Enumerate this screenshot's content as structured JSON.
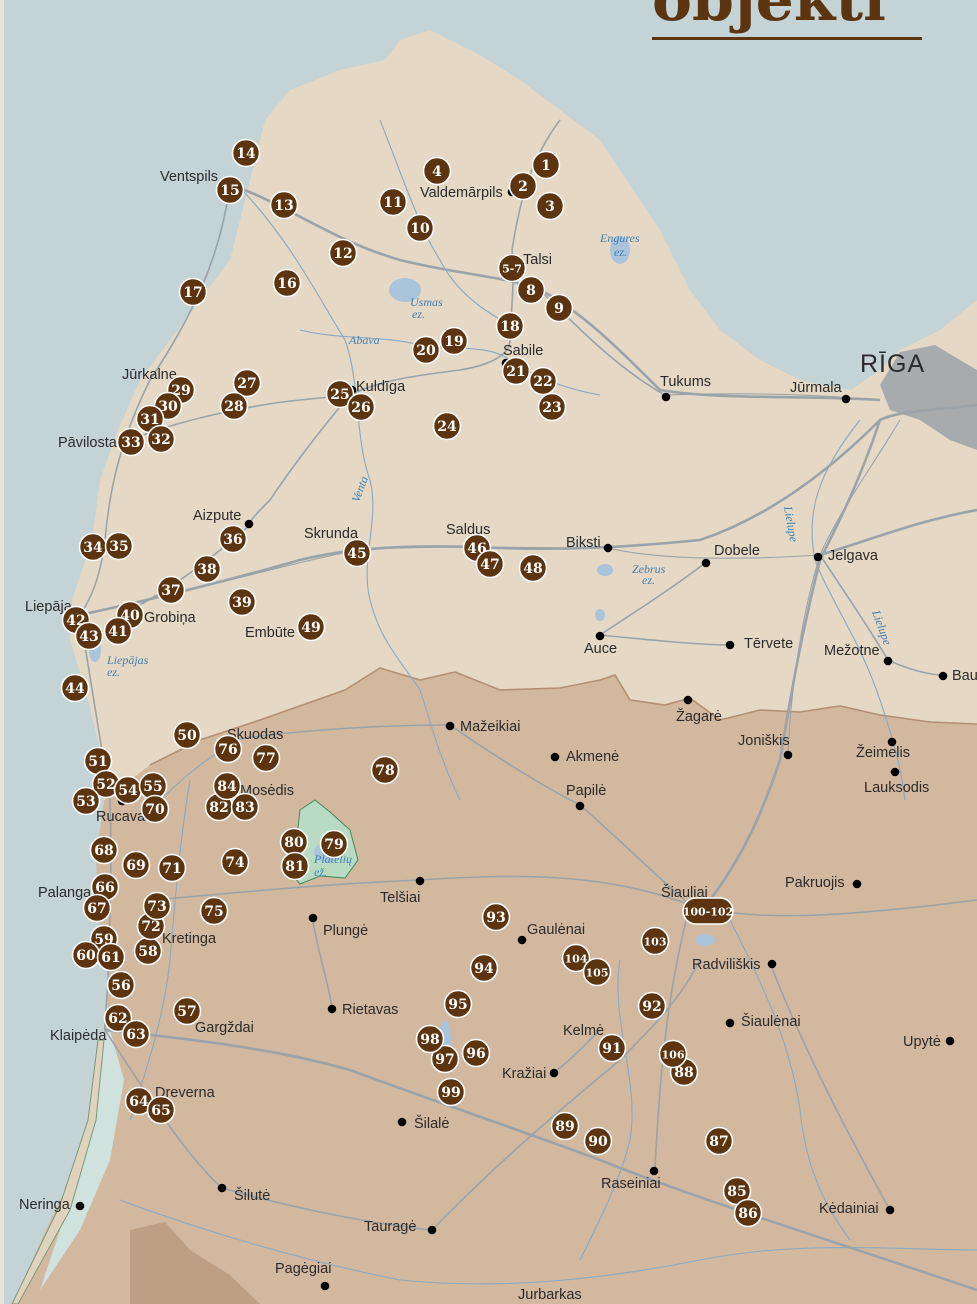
{
  "title": "objekti",
  "colors": {
    "marker": "#5c3410",
    "sea": "#c3d3d6",
    "latvia": "#e5d8c5",
    "lithuania": "#d2b89e",
    "roads": "#9aa3aa",
    "water": "#3f7fb3"
  },
  "cities": [
    {
      "name": "Ventspils"
    },
    {
      "name": "Valdemārpils"
    },
    {
      "name": "Talsi"
    },
    {
      "name": "Sabile"
    },
    {
      "name": "Kuldīga"
    },
    {
      "name": "Jūrkalne"
    },
    {
      "name": "Pāvilosta"
    },
    {
      "name": "Tukums"
    },
    {
      "name": "Jūrmala"
    },
    {
      "name": "Aizpute"
    },
    {
      "name": "Skrunda"
    },
    {
      "name": "Saldus"
    },
    {
      "name": "Biksti"
    },
    {
      "name": "Dobele"
    },
    {
      "name": "Jelgava"
    },
    {
      "name": "Liepāja"
    },
    {
      "name": "Grobiņa"
    },
    {
      "name": "Embūte"
    },
    {
      "name": "Auce"
    },
    {
      "name": "Tērvete"
    },
    {
      "name": "Mežotne"
    },
    {
      "name": "Bau"
    },
    {
      "name": "Žagarė"
    },
    {
      "name": "Mažeikiai"
    },
    {
      "name": "Akmenė"
    },
    {
      "name": "Skuodas"
    },
    {
      "name": "Joniškis"
    },
    {
      "name": "Žeimelis"
    },
    {
      "name": "Lauksodis"
    },
    {
      "name": "Mosėdis"
    },
    {
      "name": "Papilė"
    },
    {
      "name": "Rucava"
    },
    {
      "name": "Palanga"
    },
    {
      "name": "Telšiai"
    },
    {
      "name": "Šiauliai"
    },
    {
      "name": "Pakruojis"
    },
    {
      "name": "Kretinga"
    },
    {
      "name": "Plungė"
    },
    {
      "name": "Gaulėnai"
    },
    {
      "name": "Radviliškis"
    },
    {
      "name": "Rietavas"
    },
    {
      "name": "Šiaulėnai"
    },
    {
      "name": "Upytė"
    },
    {
      "name": "Klaipėda"
    },
    {
      "name": "Gargždai"
    },
    {
      "name": "Kelmė"
    },
    {
      "name": "Kražiai"
    },
    {
      "name": "Dreverna"
    },
    {
      "name": "Šilalė"
    },
    {
      "name": "Raseiniai"
    },
    {
      "name": "Kėdainiai"
    },
    {
      "name": "Neringa"
    },
    {
      "name": "Šilutė"
    },
    {
      "name": "Tauragė"
    },
    {
      "name": "Pagėgiai"
    },
    {
      "name": "Jurbarkas"
    }
  ],
  "capital": {
    "name": "RĪGA"
  },
  "water_labels": [
    {
      "name": "Engures"
    },
    {
      "name": "ez."
    },
    {
      "name": "Usmas"
    },
    {
      "name": "ez."
    },
    {
      "name": "Abava"
    },
    {
      "name": "Venta"
    },
    {
      "name": "Lielupe"
    },
    {
      "name": "Zebrus"
    },
    {
      "name": "ez."
    },
    {
      "name": "Lielupe"
    },
    {
      "name": "Liepājas"
    },
    {
      "name": "ez."
    },
    {
      "name": "Platelių"
    },
    {
      "name": "ež."
    }
  ],
  "markers": [
    "1",
    "2",
    "3",
    "4",
    "5-7",
    "8",
    "9",
    "10",
    "11",
    "12",
    "13",
    "14",
    "15",
    "16",
    "17",
    "18",
    "19",
    "20",
    "21",
    "22",
    "23",
    "24",
    "25",
    "26",
    "27",
    "28",
    "29",
    "30",
    "31",
    "32",
    "33",
    "34",
    "35",
    "36",
    "37",
    "38",
    "39",
    "40",
    "41",
    "42",
    "43",
    "44",
    "45",
    "46",
    "47",
    "48",
    "49",
    "50",
    "51",
    "52",
    "53",
    "54",
    "55",
    "56",
    "57",
    "58",
    "59",
    "60",
    "61",
    "62",
    "63",
    "64",
    "65",
    "66",
    "67",
    "68",
    "69",
    "70",
    "71",
    "72",
    "73",
    "74",
    "75",
    "76",
    "77",
    "78",
    "79",
    "80",
    "81",
    "82",
    "83",
    "84",
    "85",
    "86",
    "87",
    "88",
    "89",
    "90",
    "91",
    "92",
    "93",
    "94",
    "95",
    "96",
    "97",
    "98",
    "99",
    "100-102",
    "103",
    "104",
    "105",
    "106"
  ]
}
